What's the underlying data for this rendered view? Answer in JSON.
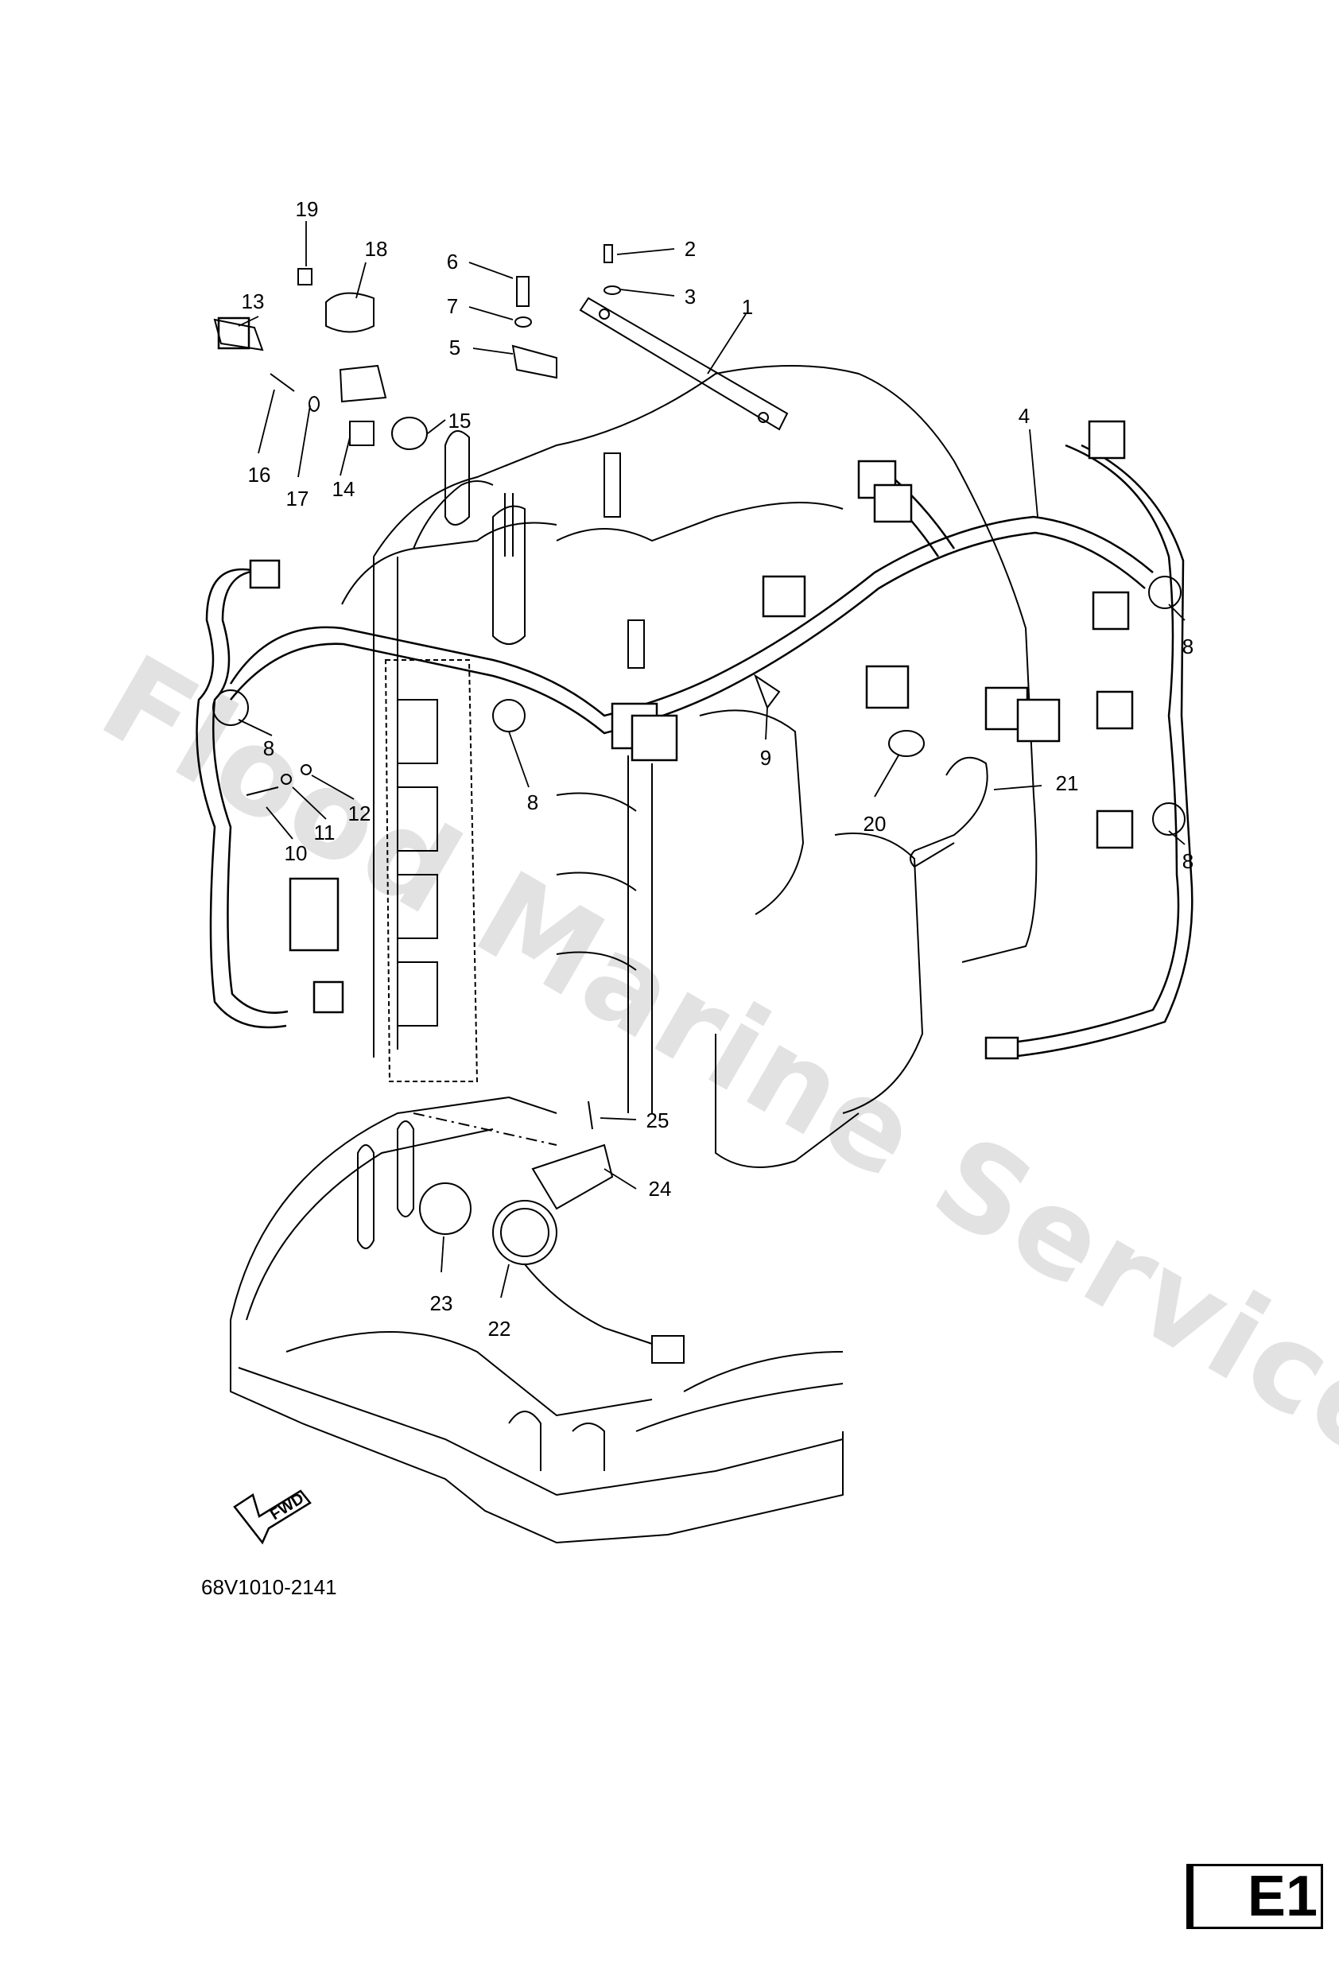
{
  "watermark": "Flood Marine Services",
  "drawing_number": "68V1010-2141",
  "page_code": "E1",
  "fwd_arrow_label": "FWD",
  "part_callouts": [
    "1",
    "2",
    "3",
    "4",
    "5",
    "6",
    "7",
    "8",
    "8",
    "8",
    "8",
    "9",
    "10",
    "11",
    "12",
    "13",
    "14",
    "15",
    "16",
    "17",
    "18",
    "19",
    "20",
    "21",
    "22",
    "23",
    "24",
    "25"
  ]
}
